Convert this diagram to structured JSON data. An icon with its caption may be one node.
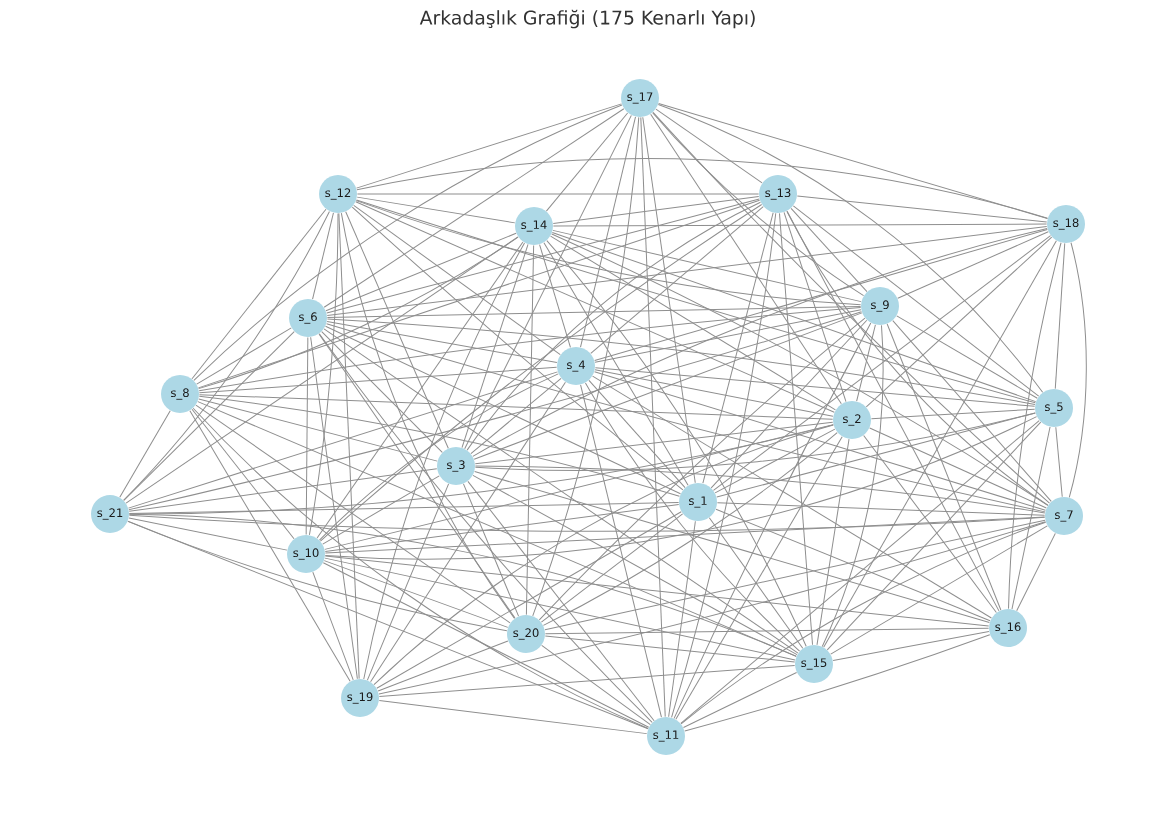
{
  "diagram": {
    "title": "Arkadaşlık Grafiği (175 Kenarlı Yapı)",
    "nodes": [
      {
        "text": [
          "s_17"
        ]
      },
      {
        "text": [
          "s_12"
        ]
      },
      {
        "text": [
          "s_13"
        ]
      },
      {
        "text": [
          "s_14"
        ]
      },
      {
        "text": [
          "s_18"
        ]
      },
      {
        "text": [
          "s_9"
        ]
      },
      {
        "text": [
          "s_6"
        ]
      },
      {
        "text": [
          "s_4"
        ]
      },
      {
        "text": [
          "s_8"
        ]
      },
      {
        "text": [
          "s_5"
        ]
      },
      {
        "text": [
          "s_2"
        ]
      },
      {
        "text": [
          "s_3"
        ]
      },
      {
        "text": [
          "s_1"
        ]
      },
      {
        "text": [
          "s_21"
        ]
      },
      {
        "text": [
          "s_7"
        ]
      },
      {
        "text": [
          "s_10"
        ]
      },
      {
        "text": [
          "s_20"
        ]
      },
      {
        "text": [
          "s_16"
        ]
      },
      {
        "text": [
          "s_15"
        ]
      },
      {
        "text": [
          "s_19"
        ]
      },
      {
        "text": [
          "s_11"
        ]
      }
    ],
    "edges": [
      {
        "from": 0,
        "to": 1,
        "arrow": "none"
      },
      {
        "from": 0,
        "to": 2,
        "arrow": "none"
      },
      {
        "from": 0,
        "to": 3,
        "arrow": "none"
      },
      {
        "from": 0,
        "to": 4,
        "arrow": "none"
      },
      {
        "from": 0,
        "to": 5,
        "arrow": "none"
      },
      {
        "from": 0,
        "to": 6,
        "arrow": "none"
      },
      {
        "from": 0,
        "to": 7,
        "arrow": "none"
      },
      {
        "from": 0,
        "to": 8,
        "arrow": "none"
      },
      {
        "from": 0,
        "to": 9,
        "arrow": "none"
      },
      {
        "from": 0,
        "to": 10,
        "arrow": "none"
      },
      {
        "from": 0,
        "to": 11,
        "arrow": "none"
      },
      {
        "from": 0,
        "to": 12,
        "arrow": "none"
      },
      {
        "from": 0,
        "to": 14,
        "arrow": "none"
      },
      {
        "from": 0,
        "to": 16,
        "arrow": "none"
      },
      {
        "from": 0,
        "to": 20,
        "arrow": "none"
      },
      {
        "from": 1,
        "to": 2,
        "arrow": "none"
      },
      {
        "from": 1,
        "to": 3,
        "arrow": "none"
      },
      {
        "from": 1,
        "to": 4,
        "arrow": "none"
      },
      {
        "from": 1,
        "to": 5,
        "arrow": "none"
      },
      {
        "from": 1,
        "to": 6,
        "arrow": "none"
      },
      {
        "from": 1,
        "to": 7,
        "arrow": "none"
      },
      {
        "from": 1,
        "to": 8,
        "arrow": "none"
      },
      {
        "from": 1,
        "to": 9,
        "arrow": "none"
      },
      {
        "from": 1,
        "to": 10,
        "arrow": "none"
      },
      {
        "from": 1,
        "to": 11,
        "arrow": "none"
      },
      {
        "from": 1,
        "to": 12,
        "arrow": "none"
      },
      {
        "from": 1,
        "to": 13,
        "arrow": "none"
      },
      {
        "from": 1,
        "to": 15,
        "arrow": "none"
      },
      {
        "from": 1,
        "to": 16,
        "arrow": "none"
      },
      {
        "from": 1,
        "to": 19,
        "arrow": "none"
      },
      {
        "from": 2,
        "to": 3,
        "arrow": "none"
      },
      {
        "from": 2,
        "to": 4,
        "arrow": "none"
      },
      {
        "from": 2,
        "to": 5,
        "arrow": "none"
      },
      {
        "from": 2,
        "to": 6,
        "arrow": "none"
      },
      {
        "from": 2,
        "to": 7,
        "arrow": "none"
      },
      {
        "from": 2,
        "to": 8,
        "arrow": "none"
      },
      {
        "from": 2,
        "to": 9,
        "arrow": "none"
      },
      {
        "from": 2,
        "to": 10,
        "arrow": "none"
      },
      {
        "from": 2,
        "to": 11,
        "arrow": "none"
      },
      {
        "from": 2,
        "to": 12,
        "arrow": "none"
      },
      {
        "from": 2,
        "to": 14,
        "arrow": "none"
      },
      {
        "from": 2,
        "to": 15,
        "arrow": "none"
      },
      {
        "from": 2,
        "to": 17,
        "arrow": "none"
      },
      {
        "from": 2,
        "to": 18,
        "arrow": "none"
      },
      {
        "from": 2,
        "to": 20,
        "arrow": "none"
      },
      {
        "from": 3,
        "to": 4,
        "arrow": "none"
      },
      {
        "from": 3,
        "to": 5,
        "arrow": "none"
      },
      {
        "from": 3,
        "to": 6,
        "arrow": "none"
      },
      {
        "from": 3,
        "to": 7,
        "arrow": "none"
      },
      {
        "from": 3,
        "to": 8,
        "arrow": "none"
      },
      {
        "from": 3,
        "to": 9,
        "arrow": "none"
      },
      {
        "from": 3,
        "to": 10,
        "arrow": "none"
      },
      {
        "from": 3,
        "to": 11,
        "arrow": "none"
      },
      {
        "from": 3,
        "to": 12,
        "arrow": "none"
      },
      {
        "from": 3,
        "to": 13,
        "arrow": "none"
      },
      {
        "from": 3,
        "to": 14,
        "arrow": "none"
      },
      {
        "from": 3,
        "to": 15,
        "arrow": "none"
      },
      {
        "from": 3,
        "to": 16,
        "arrow": "none"
      },
      {
        "from": 3,
        "to": 18,
        "arrow": "none"
      },
      {
        "from": 3,
        "to": 19,
        "arrow": "none"
      },
      {
        "from": 4,
        "to": 5,
        "arrow": "none"
      },
      {
        "from": 4,
        "to": 6,
        "arrow": "none"
      },
      {
        "from": 4,
        "to": 7,
        "arrow": "none"
      },
      {
        "from": 4,
        "to": 9,
        "arrow": "none"
      },
      {
        "from": 4,
        "to": 10,
        "arrow": "none"
      },
      {
        "from": 4,
        "to": 11,
        "arrow": "none"
      },
      {
        "from": 4,
        "to": 12,
        "arrow": "none"
      },
      {
        "from": 4,
        "to": 14,
        "arrow": "none"
      },
      {
        "from": 4,
        "to": 17,
        "arrow": "none"
      },
      {
        "from": 4,
        "to": 18,
        "arrow": "none"
      },
      {
        "from": 5,
        "to": 6,
        "arrow": "none"
      },
      {
        "from": 5,
        "to": 7,
        "arrow": "none"
      },
      {
        "from": 5,
        "to": 8,
        "arrow": "none"
      },
      {
        "from": 5,
        "to": 9,
        "arrow": "none"
      },
      {
        "from": 5,
        "to": 10,
        "arrow": "none"
      },
      {
        "from": 5,
        "to": 11,
        "arrow": "none"
      },
      {
        "from": 5,
        "to": 12,
        "arrow": "none"
      },
      {
        "from": 5,
        "to": 13,
        "arrow": "none"
      },
      {
        "from": 5,
        "to": 14,
        "arrow": "none"
      },
      {
        "from": 5,
        "to": 16,
        "arrow": "none"
      },
      {
        "from": 5,
        "to": 17,
        "arrow": "none"
      },
      {
        "from": 5,
        "to": 18,
        "arrow": "none"
      },
      {
        "from": 5,
        "to": 20,
        "arrow": "none"
      },
      {
        "from": 6,
        "to": 7,
        "arrow": "none"
      },
      {
        "from": 6,
        "to": 8,
        "arrow": "none"
      },
      {
        "from": 6,
        "to": 9,
        "arrow": "none"
      },
      {
        "from": 6,
        "to": 11,
        "arrow": "none"
      },
      {
        "from": 6,
        "to": 12,
        "arrow": "none"
      },
      {
        "from": 6,
        "to": 13,
        "arrow": "none"
      },
      {
        "from": 6,
        "to": 14,
        "arrow": "none"
      },
      {
        "from": 6,
        "to": 15,
        "arrow": "none"
      },
      {
        "from": 6,
        "to": 16,
        "arrow": "none"
      },
      {
        "from": 6,
        "to": 18,
        "arrow": "none"
      },
      {
        "from": 6,
        "to": 19,
        "arrow": "none"
      },
      {
        "from": 6,
        "to": 20,
        "arrow": "none"
      },
      {
        "from": 7,
        "to": 8,
        "arrow": "none"
      },
      {
        "from": 7,
        "to": 9,
        "arrow": "none"
      },
      {
        "from": 7,
        "to": 10,
        "arrow": "none"
      },
      {
        "from": 7,
        "to": 11,
        "arrow": "none"
      },
      {
        "from": 7,
        "to": 12,
        "arrow": "none"
      },
      {
        "from": 7,
        "to": 13,
        "arrow": "none"
      },
      {
        "from": 7,
        "to": 14,
        "arrow": "none"
      },
      {
        "from": 7,
        "to": 15,
        "arrow": "none"
      },
      {
        "from": 7,
        "to": 17,
        "arrow": "none"
      },
      {
        "from": 7,
        "to": 18,
        "arrow": "none"
      },
      {
        "from": 7,
        "to": 19,
        "arrow": "none"
      },
      {
        "from": 7,
        "to": 20,
        "arrow": "none"
      },
      {
        "from": 8,
        "to": 10,
        "arrow": "none"
      },
      {
        "from": 8,
        "to": 11,
        "arrow": "none"
      },
      {
        "from": 8,
        "to": 12,
        "arrow": "none"
      },
      {
        "from": 8,
        "to": 13,
        "arrow": "none"
      },
      {
        "from": 8,
        "to": 15,
        "arrow": "none"
      },
      {
        "from": 8,
        "to": 16,
        "arrow": "none"
      },
      {
        "from": 8,
        "to": 18,
        "arrow": "none"
      },
      {
        "from": 8,
        "to": 19,
        "arrow": "none"
      },
      {
        "from": 8,
        "to": 20,
        "arrow": "none"
      },
      {
        "from": 9,
        "to": 10,
        "arrow": "none"
      },
      {
        "from": 9,
        "to": 11,
        "arrow": "none"
      },
      {
        "from": 9,
        "to": 12,
        "arrow": "none"
      },
      {
        "from": 9,
        "to": 14,
        "arrow": "none"
      },
      {
        "from": 9,
        "to": 15,
        "arrow": "none"
      },
      {
        "from": 9,
        "to": 17,
        "arrow": "none"
      },
      {
        "from": 9,
        "to": 18,
        "arrow": "none"
      },
      {
        "from": 9,
        "to": 20,
        "arrow": "none"
      },
      {
        "from": 10,
        "to": 11,
        "arrow": "none"
      },
      {
        "from": 10,
        "to": 12,
        "arrow": "none"
      },
      {
        "from": 10,
        "to": 13,
        "arrow": "none"
      },
      {
        "from": 10,
        "to": 14,
        "arrow": "none"
      },
      {
        "from": 10,
        "to": 15,
        "arrow": "none"
      },
      {
        "from": 10,
        "to": 16,
        "arrow": "none"
      },
      {
        "from": 10,
        "to": 17,
        "arrow": "none"
      },
      {
        "from": 10,
        "to": 18,
        "arrow": "none"
      },
      {
        "from": 10,
        "to": 19,
        "arrow": "none"
      },
      {
        "from": 10,
        "to": 20,
        "arrow": "none"
      },
      {
        "from": 11,
        "to": 13,
        "arrow": "none"
      },
      {
        "from": 11,
        "to": 14,
        "arrow": "none"
      },
      {
        "from": 11,
        "to": 15,
        "arrow": "none"
      },
      {
        "from": 11,
        "to": 16,
        "arrow": "none"
      },
      {
        "from": 11,
        "to": 17,
        "arrow": "none"
      },
      {
        "from": 11,
        "to": 18,
        "arrow": "none"
      },
      {
        "from": 11,
        "to": 19,
        "arrow": "none"
      },
      {
        "from": 11,
        "to": 20,
        "arrow": "none"
      },
      {
        "from": 12,
        "to": 13,
        "arrow": "none"
      },
      {
        "from": 12,
        "to": 14,
        "arrow": "none"
      },
      {
        "from": 12,
        "to": 15,
        "arrow": "none"
      },
      {
        "from": 12,
        "to": 16,
        "arrow": "none"
      },
      {
        "from": 12,
        "to": 17,
        "arrow": "none"
      },
      {
        "from": 12,
        "to": 18,
        "arrow": "none"
      },
      {
        "from": 12,
        "to": 19,
        "arrow": "none"
      },
      {
        "from": 12,
        "to": 20,
        "arrow": "none"
      },
      {
        "from": 13,
        "to": 14,
        "arrow": "none"
      },
      {
        "from": 13,
        "to": 15,
        "arrow": "none"
      },
      {
        "from": 13,
        "to": 16,
        "arrow": "none"
      },
      {
        "from": 13,
        "to": 18,
        "arrow": "none"
      },
      {
        "from": 13,
        "to": 20,
        "arrow": "none"
      },
      {
        "from": 14,
        "to": 15,
        "arrow": "none"
      },
      {
        "from": 14,
        "to": 16,
        "arrow": "none"
      },
      {
        "from": 14,
        "to": 17,
        "arrow": "none"
      },
      {
        "from": 14,
        "to": 18,
        "arrow": "none"
      },
      {
        "from": 14,
        "to": 19,
        "arrow": "none"
      },
      {
        "from": 14,
        "to": 20,
        "arrow": "none"
      },
      {
        "from": 15,
        "to": 16,
        "arrow": "none"
      },
      {
        "from": 15,
        "to": 17,
        "arrow": "none"
      },
      {
        "from": 15,
        "to": 18,
        "arrow": "none"
      },
      {
        "from": 15,
        "to": 19,
        "arrow": "none"
      },
      {
        "from": 15,
        "to": 20,
        "arrow": "none"
      },
      {
        "from": 16,
        "to": 17,
        "arrow": "none"
      },
      {
        "from": 16,
        "to": 18,
        "arrow": "none"
      },
      {
        "from": 16,
        "to": 19,
        "arrow": "none"
      },
      {
        "from": 16,
        "to": 20,
        "arrow": "none"
      },
      {
        "from": 17,
        "to": 18,
        "arrow": "none"
      },
      {
        "from": 17,
        "to": 20,
        "arrow": "none"
      },
      {
        "from": 18,
        "to": 19,
        "arrow": "none"
      },
      {
        "from": 18,
        "to": 20,
        "arrow": "none"
      },
      {
        "from": 19,
        "to": 20,
        "arrow": "none"
      }
    ]
  }
}
